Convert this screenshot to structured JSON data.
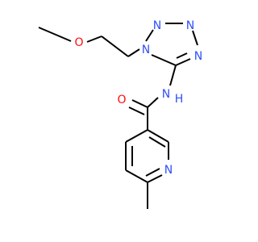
{
  "molecule": {
    "colors": {
      "bond": "#000000",
      "nitrogen": "#3050f8",
      "oxygen": "#ff0d0d",
      "carbon": "#000000"
    },
    "atoms": {
      "methoxy_o": "O",
      "tetrazole_n1": "N",
      "tetrazole_n2": "N",
      "tetrazole_n3": "N",
      "tetrazole_n4": "N",
      "amide_n": "N",
      "amide_h": "H",
      "carbonyl_o": "O",
      "pyridine_n": "N"
    }
  }
}
